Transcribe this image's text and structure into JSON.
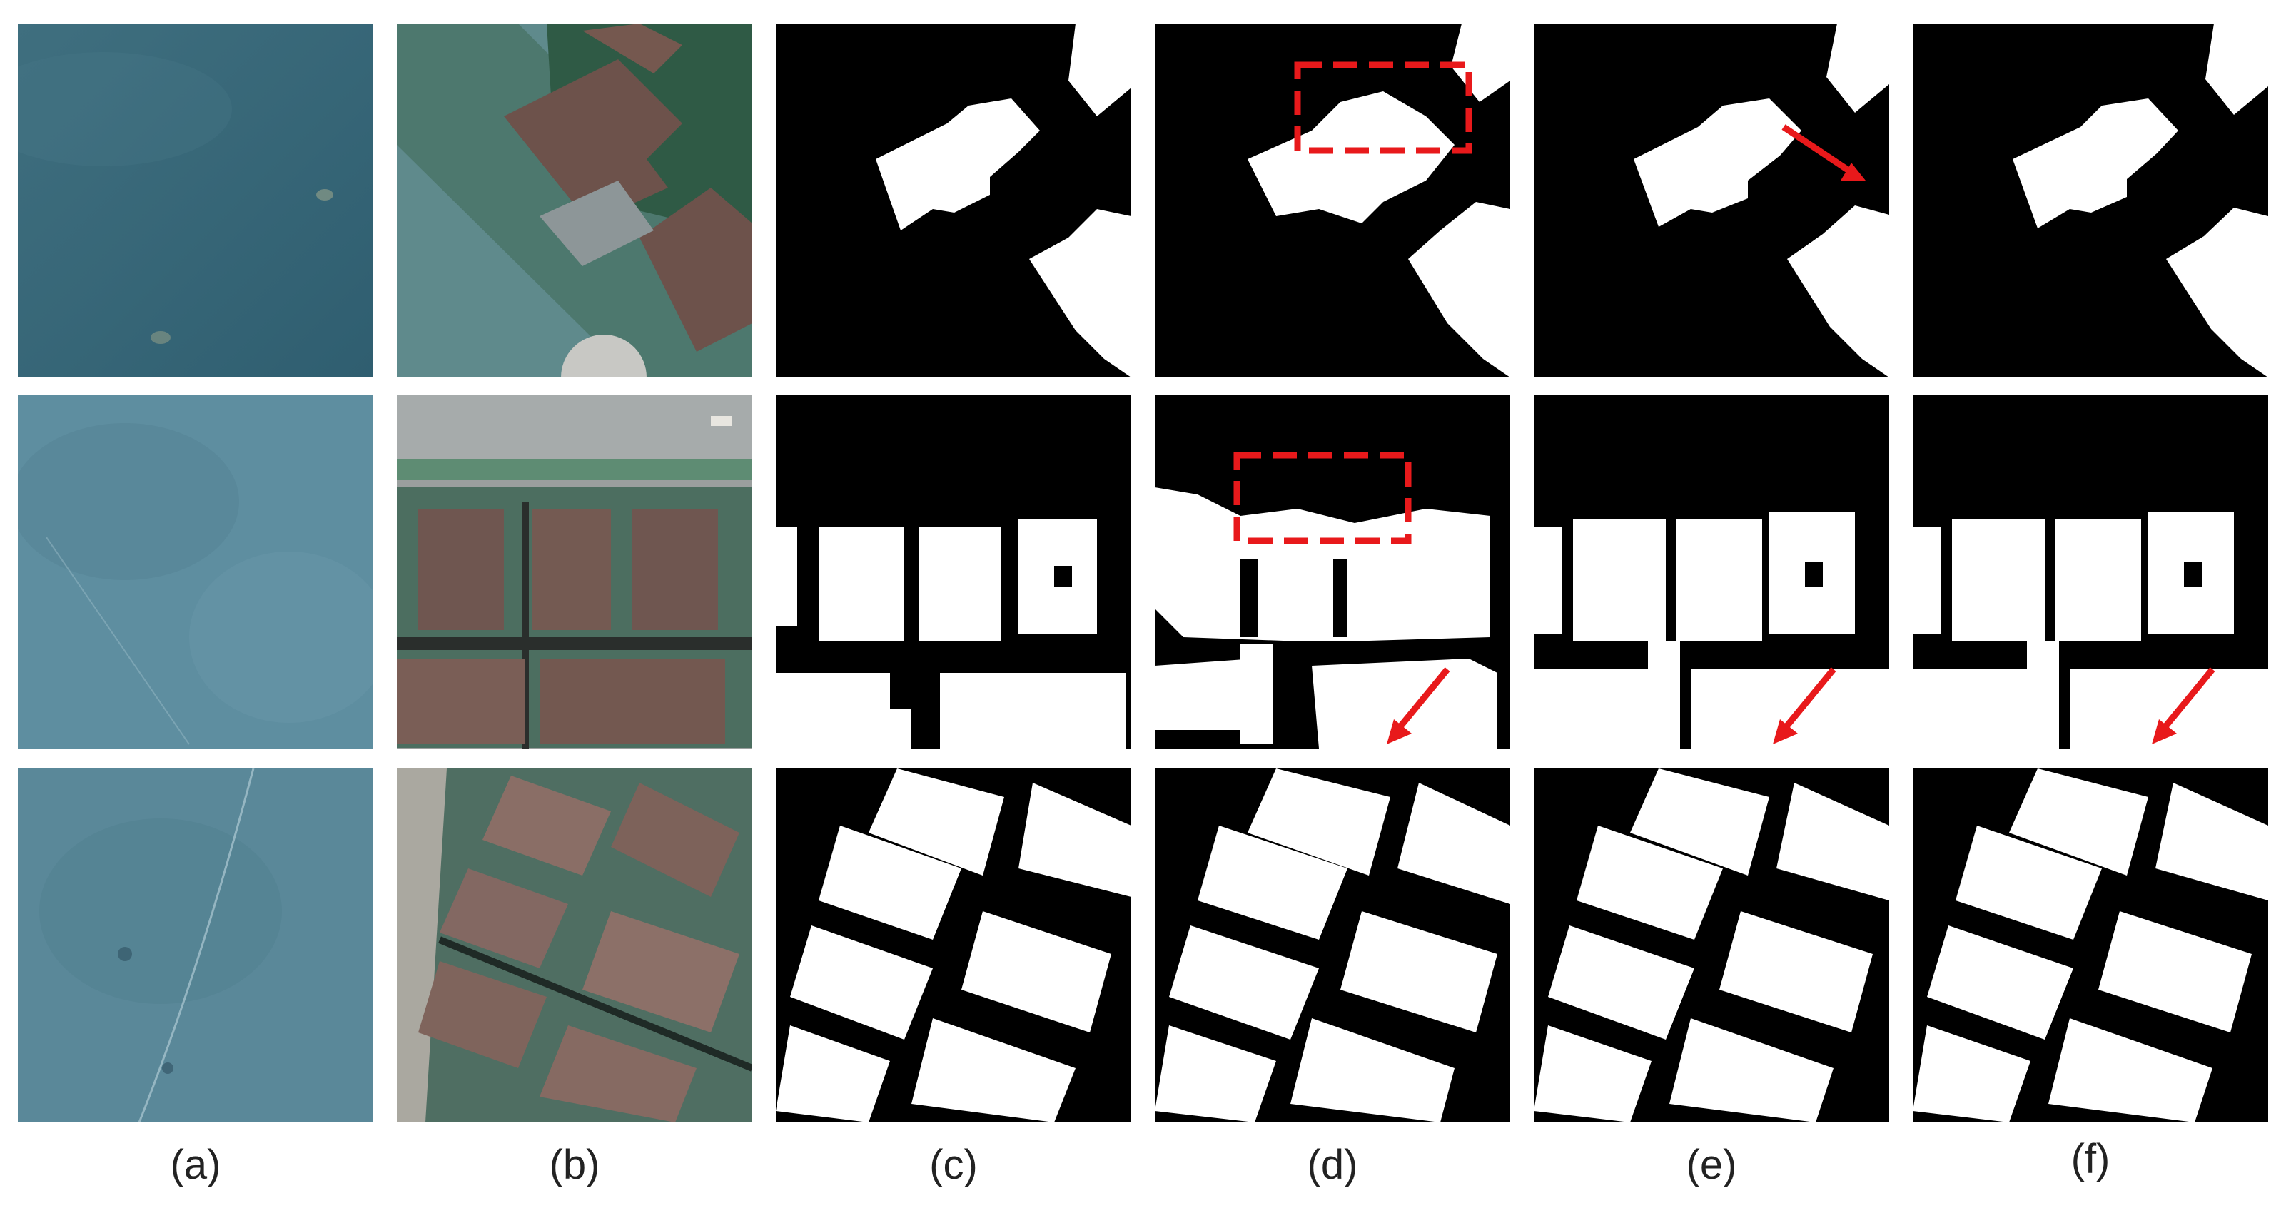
{
  "labels": [
    "(a)",
    "(b)",
    "(c)",
    "(d)",
    "(e)",
    "(f)"
  ],
  "colors": {
    "background": "#ffffff",
    "mask_fg": "#ffffff",
    "mask_bg": "#000000",
    "annotation": "#e8191b",
    "field_a1": "#3a6a7a",
    "field_a2": "#5a8797",
    "field_a3": "#4d7b8d",
    "roof": "#7a5f57",
    "lawn": "#3f7a55",
    "road": "#8f9598"
  },
  "columns": [
    {
      "label": "(a)",
      "kind": "blank-imagery"
    },
    {
      "label": "(b)",
      "kind": "optical-imagery"
    },
    {
      "label": "(c)",
      "kind": "ground-truth-mask"
    },
    {
      "label": "(d)",
      "kind": "prediction-mask"
    },
    {
      "label": "(e)",
      "kind": "prediction-mask"
    },
    {
      "label": "(f)",
      "kind": "prediction-mask"
    }
  ],
  "annotations": {
    "d": [
      "dashed-box",
      "dashed-box",
      "arrow"
    ],
    "e": [
      "arrow",
      "arrow"
    ],
    "f": [
      "arrow"
    ]
  }
}
